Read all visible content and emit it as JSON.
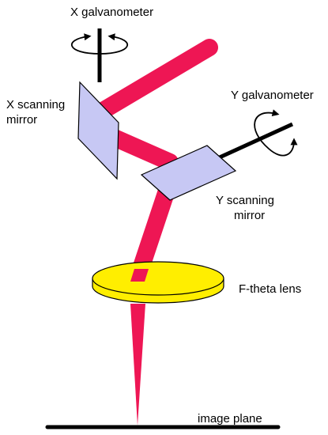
{
  "labels": {
    "x_galvanometer": "X galvanometer",
    "x_mirror_line1": "X scanning",
    "x_mirror_line2": "mirror",
    "y_galvanometer": "Y galvanometer",
    "y_mirror_line1": "Y scanning",
    "y_mirror_line2": "mirror",
    "lens": "F-theta lens",
    "image_plane": "image plane"
  },
  "colors": {
    "beam": "#ee1654",
    "mirror_fill": "#c7c8f4",
    "lens_fill": "#ffee00",
    "lens_edge": "#c8b400",
    "outline": "#000000"
  },
  "icons": {
    "x_rotation": "rotation-arrow-icon",
    "y_rotation": "rotation-arrow-icon"
  }
}
